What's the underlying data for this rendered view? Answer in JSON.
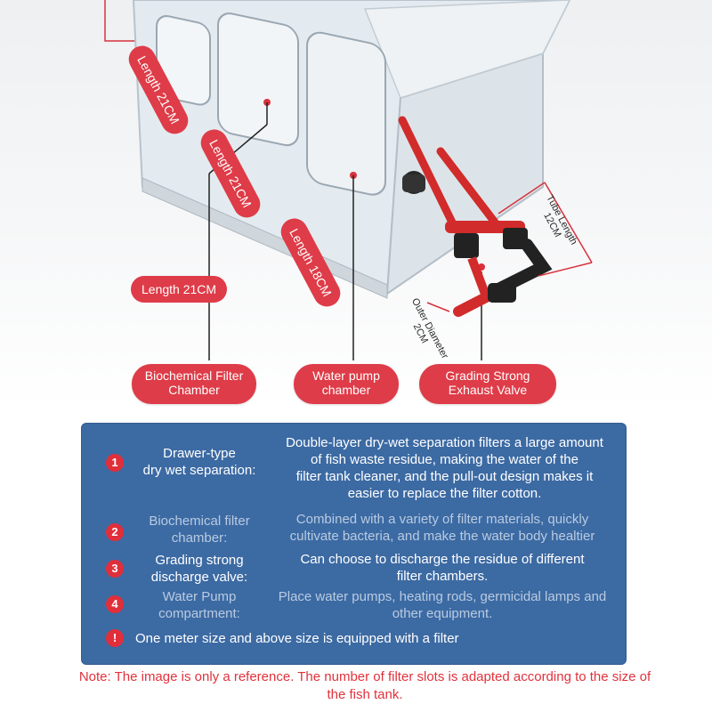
{
  "diagram": {
    "length_label_1": "Length 21CM",
    "length_label_2": "Length 21CM",
    "length_label_3": "Length 18CM",
    "length_label_4": "Length 21CM",
    "tube_length": "Tube Length\n12CM",
    "outer_diameter": "Outer Diameter\n2CM",
    "chambers": [
      {
        "line1": "Biochemical Filter",
        "line2": "Chamber"
      },
      {
        "line1": "Water pump",
        "line2": "chamber"
      },
      {
        "line1": "Grading Strong",
        "line2": "Exhaust Valve"
      }
    ]
  },
  "features": [
    {
      "number": "1",
      "title": "Drawer-type\ndry wet separation:",
      "description": "Double-layer dry-wet separation filters a large amount\nof fish waste residue, making the water of the\nfilter tank cleaner, and the pull-out design makes it\neasier to replace the filter cotton."
    },
    {
      "number": "2",
      "title": "Biochemical filter\nchamber:",
      "description": "Combined with a variety of filter materials, quickly\ncultivate bacteria, and make the water body healtier"
    },
    {
      "number": "3",
      "title": "Grading strong\ndischarge valve:",
      "description": "Can choose to discharge the residue of different\nfilter chambers."
    },
    {
      "number": "4",
      "title": "Water Pump\ncompartment:",
      "description": "Place water pumps, heating rods, germicidal lamps and\nother equipment."
    }
  ],
  "filter_note": {
    "icon": "!",
    "text": "One meter size and above size is equipped with a filter"
  },
  "note": "Note: The image is only a reference. The number of filter slots is adapted according to the size of the fish tank.",
  "colors": {
    "accent_red": "#de3c48",
    "panel_blue": "#3c6aa3"
  }
}
